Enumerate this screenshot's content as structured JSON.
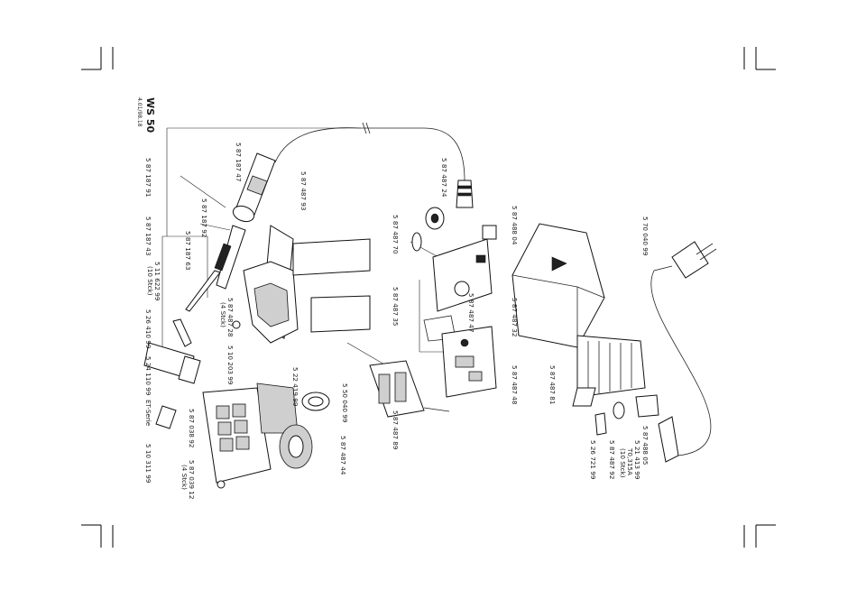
{
  "title": "WS 50",
  "subtitle": "4.01/98.18",
  "labels": {
    "p1": "5 87 187 91",
    "p2": "5 87 187 43",
    "p3": "5 87 187 47",
    "p4": "5 87 187 92",
    "p5": "5 87 187 63",
    "p6a": "5 11 622 99",
    "p6b": "(10 Stck)",
    "p7": "5 26 410 99",
    "p8": "5 24 110 99",
    "p9": "ET-Serie",
    "p10": "5 10 311 99",
    "p11": "5 87 487 93",
    "p12a": "5 87 487 28",
    "p12b": "(4 Stck)",
    "p13": "5 10 203 99",
    "p14": "5 22 419 99",
    "p15": "5 87 038 92",
    "p16a": "5 87 039 12",
    "p16b": "(4 Stck)",
    "p17": "5 50 040 99",
    "p18": "5 87 487 44",
    "p19": "5 87 487 24",
    "p20": "5 87 487 70",
    "p21": "5 87 487 35",
    "p22": "5 87 487 89",
    "p23": "5 87 488 04",
    "p24": "5 87 487 47",
    "p25": "5 87 487 32",
    "p26": "5 87 487 48",
    "p27": "5 70 040 99",
    "p28": "5 87 487 81",
    "p29": "5 87 488 05",
    "p30a": "5 21 413 99",
    "p30b": "T0,315A",
    "p30c": "(10 Stck)",
    "p31": "5 87 487 92",
    "p32": "5 26 721 99"
  }
}
